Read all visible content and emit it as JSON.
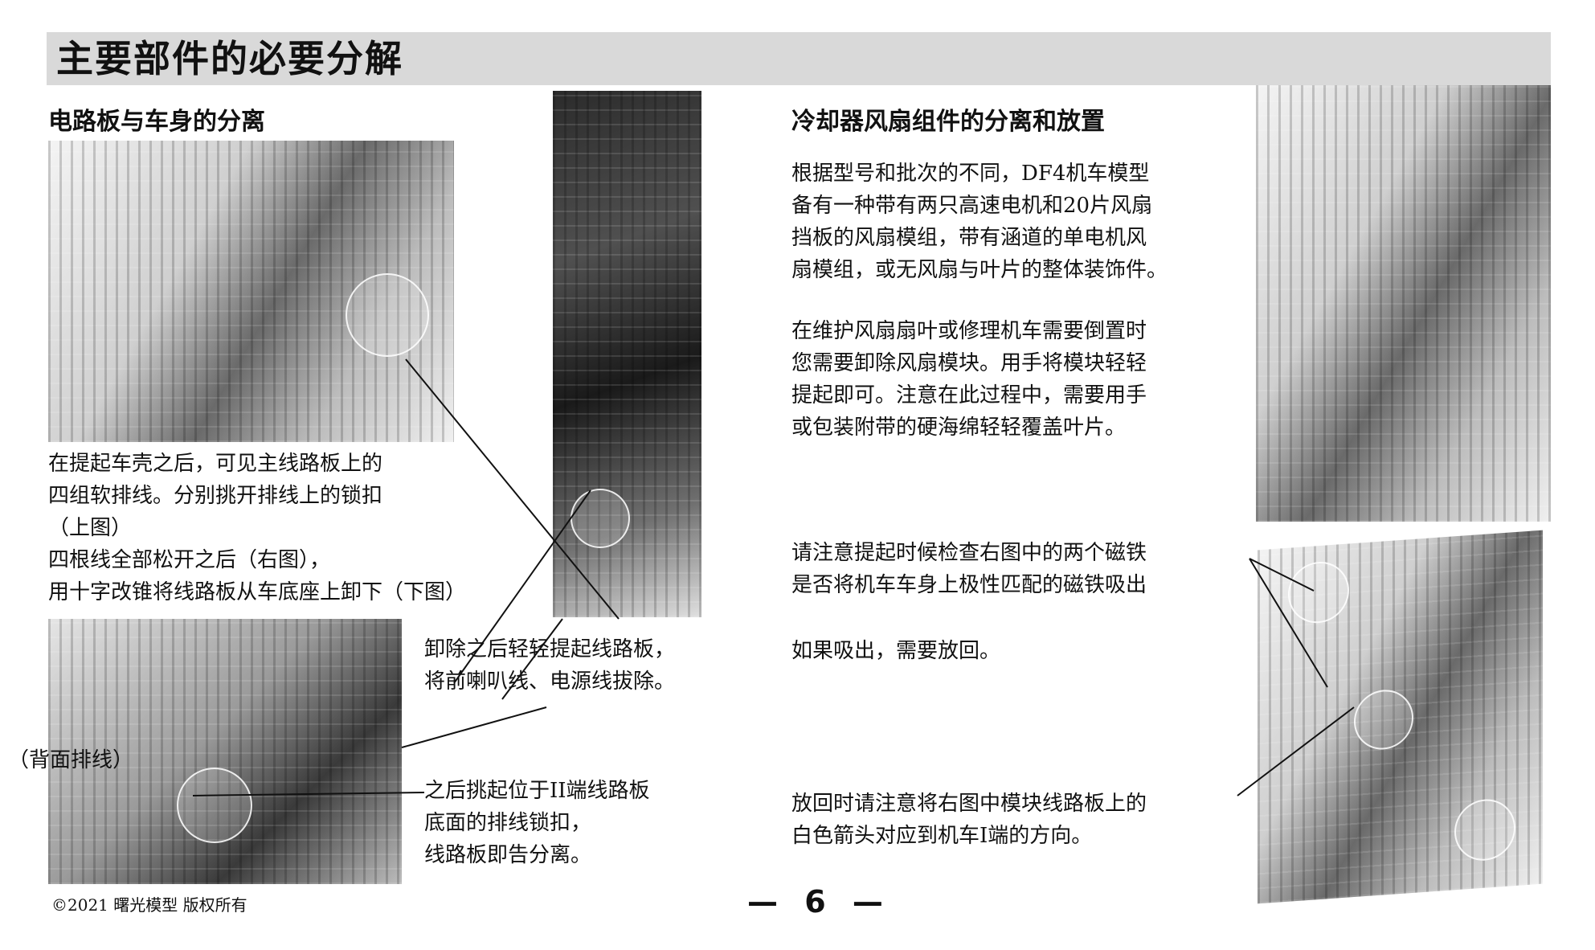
{
  "header": {
    "title": "主要部件的必要分解"
  },
  "left_section": {
    "title": "电路板与车身的分离",
    "paragraph1": [
      "在提起车壳之后，可见主线路板上的",
      "四组软排线。分别挑开排线上的锁扣",
      "（上图）",
      "四根线全部松开之后（右图），",
      "用十字改锥将线路板从车底座上卸下（下图）"
    ],
    "paragraph2": [
      "卸除之后轻轻提起线路板，",
      "将前喇叭线、电源线拔除。"
    ],
    "paragraph3": [
      "之后挑起位于II端线路板",
      "底面的排线锁扣，",
      "线路板即告分离。"
    ],
    "side_label": "（背面排线）"
  },
  "right_section": {
    "title": "冷却器风扇组件的分离和放置",
    "paragraph1": [
      "根据型号和批次的不同，DF4机车模型",
      "备有一种带有两只高速电机和20片风扇",
      "挡板的风扇模组，带有涵道的单电机风",
      "扇模组，或无风扇与叶片的整体装饰件。"
    ],
    "paragraph2": [
      "在维护风扇扇叶或修理机车需要倒置时",
      "您需要卸除风扇模块。用手将模块轻轻",
      "提起即可。注意在此过程中，需要用手",
      "或包装附带的硬海绵轻轻覆盖叶片。"
    ],
    "paragraph3": [
      "请注意提起时候检查右图中的两个磁铁",
      "是否将机车车身上极性匹配的磁铁吸出"
    ],
    "paragraph4": "如果吸出，需要放回。",
    "paragraph5": [
      "放回时请注意将右图中模块线路板上的",
      "白色箭头对应到机车I端的方向。"
    ]
  },
  "footer": {
    "copyright": "©2021 曙光模型 版权所有",
    "page_number": "— 6 —"
  }
}
